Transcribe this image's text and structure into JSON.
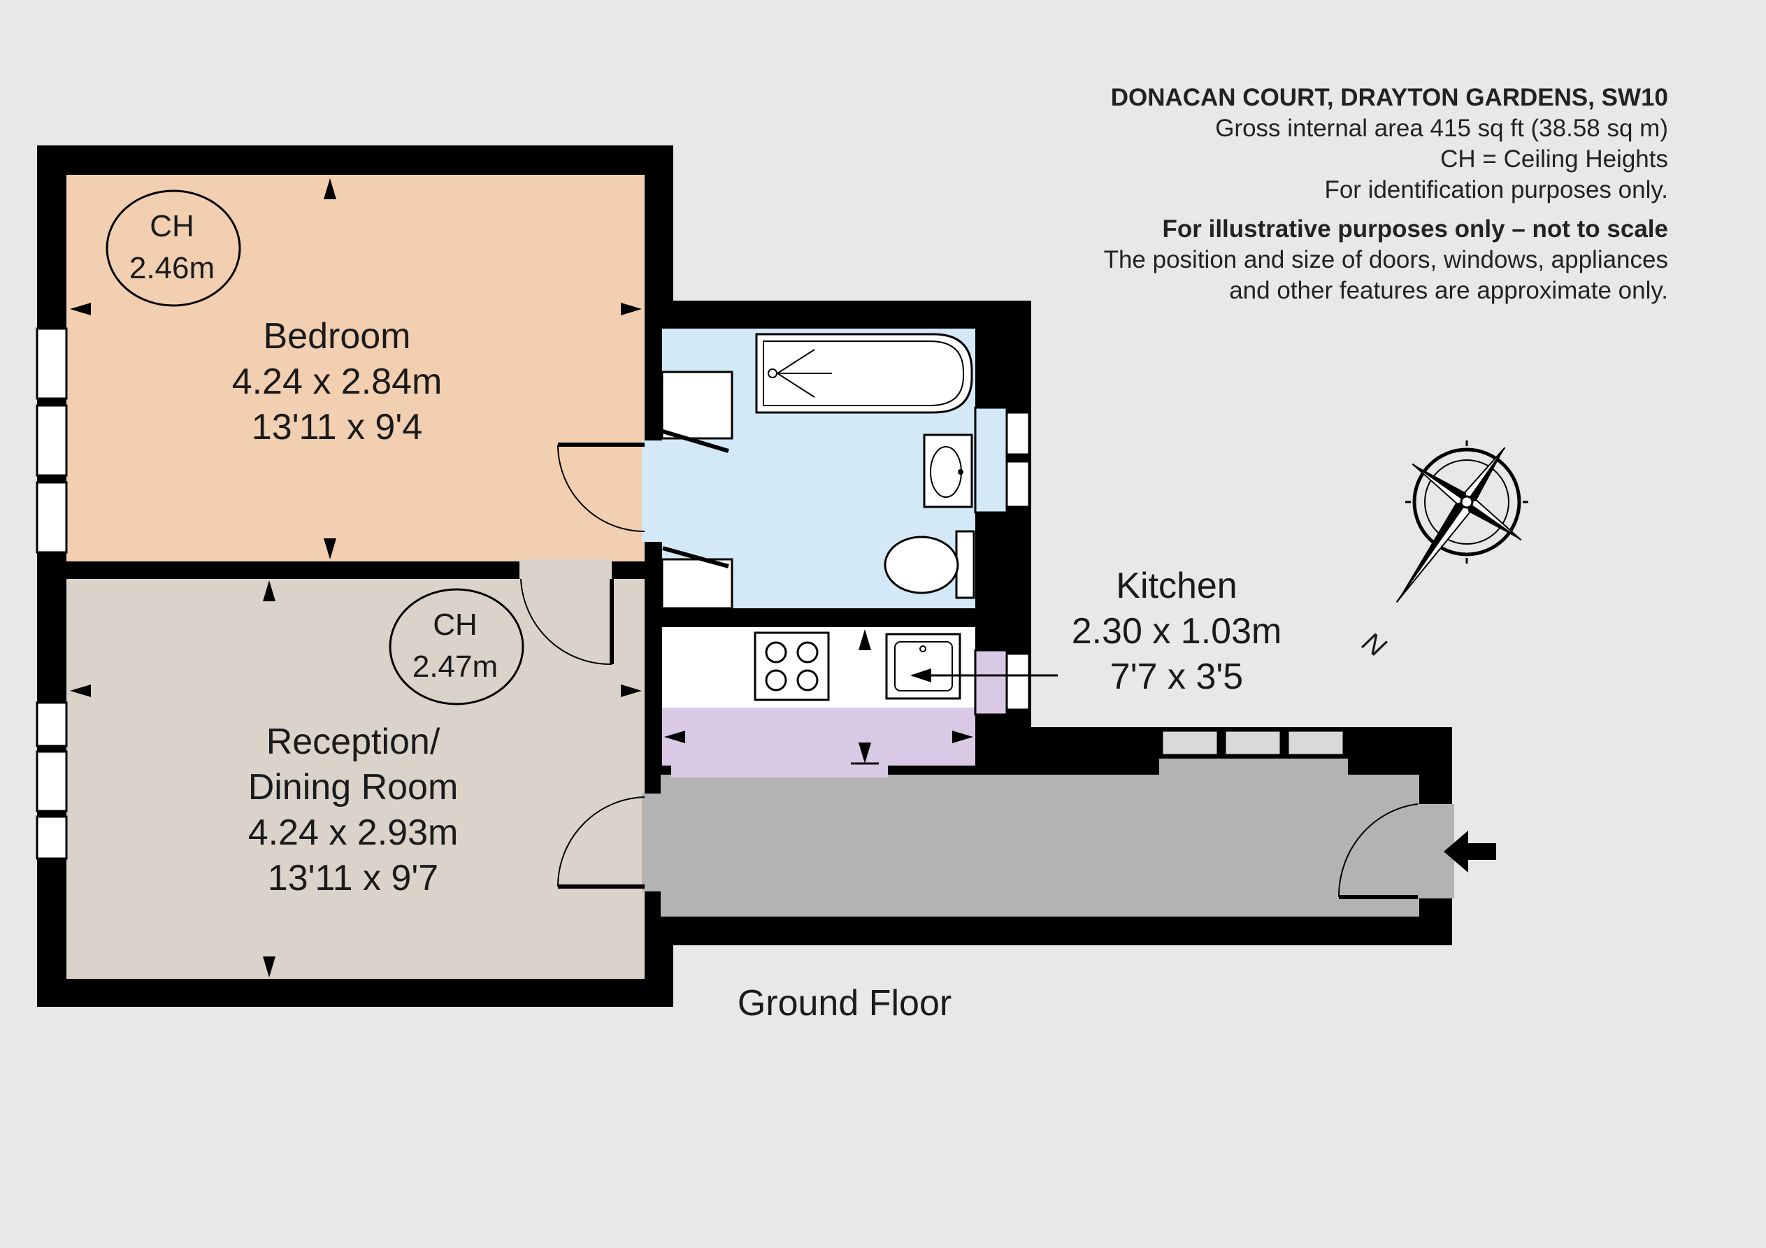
{
  "header": {
    "title": "DONACAN COURT, DRAYTON GARDENS, SW10",
    "area": "Gross internal area 415 sq ft (38.58 sq m)",
    "ch_note": "CH =  Ceiling Heights",
    "identification": "For identification purposes only.",
    "illustrative": "For illustrative purposes only – not to scale",
    "disclaimer_1": "The position and size of doors, windows, appliances",
    "disclaimer_2": "and other features are approximate only."
  },
  "rooms": {
    "bedroom": {
      "name": "Bedroom",
      "metric": "4.24 x 2.84m",
      "imperial": "13'11 x 9'4",
      "ch_label": "CH",
      "ch_value": "2.46m"
    },
    "reception": {
      "name_1": "Reception/",
      "name_2": "Dining Room",
      "metric": "4.24 x 2.93m",
      "imperial": "13'11 x 9'7",
      "ch_label": "CH",
      "ch_value": "2.47m"
    },
    "kitchen": {
      "name": "Kitchen",
      "metric": "2.30 x 1.03m",
      "imperial": "7'7 x 3'5"
    }
  },
  "floor_label": "Ground Floor",
  "compass_letter": "N",
  "colors": {
    "bedroom": "#f2cfb0",
    "reception": "#dbd3ca",
    "bathroom": "#d3e9f8",
    "kitchen": "#d9c9e4",
    "hall": "#b3b3b3",
    "wall": "#000000",
    "background": "#e8e8e8"
  }
}
